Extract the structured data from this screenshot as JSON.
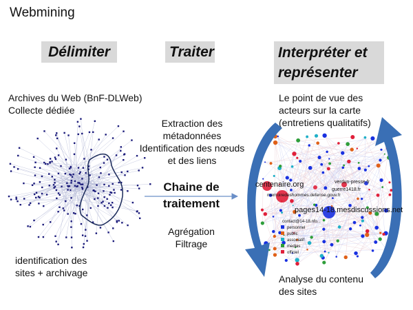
{
  "title": "Webmining",
  "stages": {
    "delimit": "Délimiter",
    "process": "Traiter",
    "interpret_line1": "Interpréter et",
    "interpret_line2": "représenter"
  },
  "left": {
    "archives_line1": "Archives du Web  (BnF-DLWeb)",
    "archives_line2": "Collecte dédiée",
    "identification_line1": "identification des",
    "identification_line2": "sites + archivage"
  },
  "middle": {
    "extraction_line1": "Extraction des",
    "extraction_line2": "métadonnées",
    "extraction_line3": "Identification des nœuds",
    "extraction_line4": "et des liens",
    "chain_line1": "Chaine de",
    "chain_line2": "traitement",
    "agg_line1": "Agrégation",
    "agg_line2": "Filtrage"
  },
  "right": {
    "viewpoint_line1": "Le point de vue des",
    "viewpoint_line2": "acteurs sur la carte",
    "viewpoint_line3": "(entretiens qualitatifs)",
    "analysis_line1": "Analyse du contenu",
    "analysis_line2": "des sites"
  },
  "map_labels": {
    "centenaire": "centenaire.org",
    "verdun": "verdun-presse.fr",
    "guerre": "guerre1418.fr",
    "memoire": "memoiredeshommes.defense.gouv.fr",
    "pages": "pages14-18.mesdiscussions.net",
    "contact": "contact@14-18.nfo..."
  },
  "map_legend": [
    "personnel",
    "public",
    "associatif",
    "medias",
    "officiel"
  ],
  "colors": {
    "stage_bg": "#d9d9d9",
    "node_dark": "#1a1a7a",
    "arrow_blue": "#3a6fb5",
    "red": "#e0203a",
    "blue": "#1830e0",
    "orange": "#e06018",
    "teal": "#20b0c8",
    "green": "#2e9e3a"
  }
}
